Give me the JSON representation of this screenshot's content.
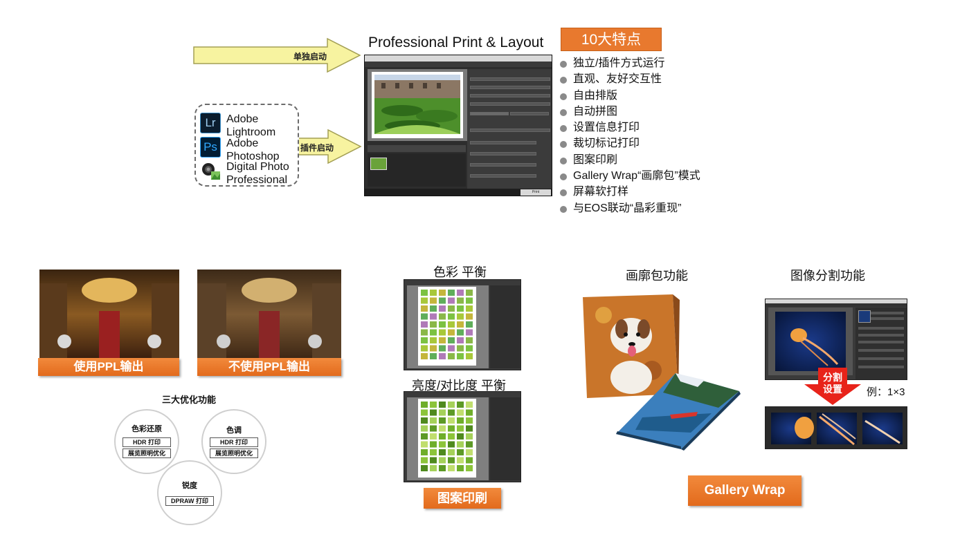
{
  "launch": {
    "standalone_label": "单独启动",
    "plugin_label": "插件启动"
  },
  "plugins": [
    {
      "icon": "lightroom-icon",
      "icon_text": "Lr",
      "name_line1": "Adobe",
      "name_line2": "Lightroom"
    },
    {
      "icon": "photoshop-icon",
      "icon_text": "Ps",
      "name_line1": "Adobe",
      "name_line2": "Photoshop"
    },
    {
      "icon": "dpp-icon",
      "icon_text": "",
      "name_line1": "Digital Photo",
      "name_line2": "Professional"
    }
  ],
  "ppl": {
    "title": "Professional Print & Layout",
    "print_button": "Print"
  },
  "features": {
    "badge": "10大特点",
    "items": [
      "独立/插件方式运行",
      "直观、友好交互性",
      "自由排版",
      "自动拼图",
      "设置信息打印",
      "裁切标记打印",
      "图案印刷",
      "Gallery Wrap“画廓包”模式",
      "屏幕软打样",
      "与EOS联动“晶彩重现”"
    ]
  },
  "comparison": {
    "with_ppl": "使用PPL输出",
    "without_ppl": "不使用PPL输出"
  },
  "optimization": {
    "title": "三大优化功能",
    "circles": [
      {
        "title": "色彩还原",
        "tags": [
          "HDR 打印",
          "展览照明优化"
        ]
      },
      {
        "title": "色调",
        "tags": [
          "HDR 打印",
          "展览照明优化"
        ]
      },
      {
        "title": "锐度",
        "tags": [
          "DPRAW 打印"
        ]
      }
    ]
  },
  "pattern": {
    "color_title": "色彩 平衡",
    "brightness_title": "亮度/对比度 平衡",
    "label": "图案印刷"
  },
  "gallery": {
    "title": "画廓包功能",
    "button": "Gallery Wrap"
  },
  "split": {
    "title": "图像分割功能",
    "arrow_label_line1": "分割",
    "arrow_label_line2": "设置",
    "example": "例：1×3"
  },
  "colors": {
    "accent_orange": "#e8792e",
    "arrow_yellow": "#f7f3a0",
    "split_red": "#e8231a"
  }
}
